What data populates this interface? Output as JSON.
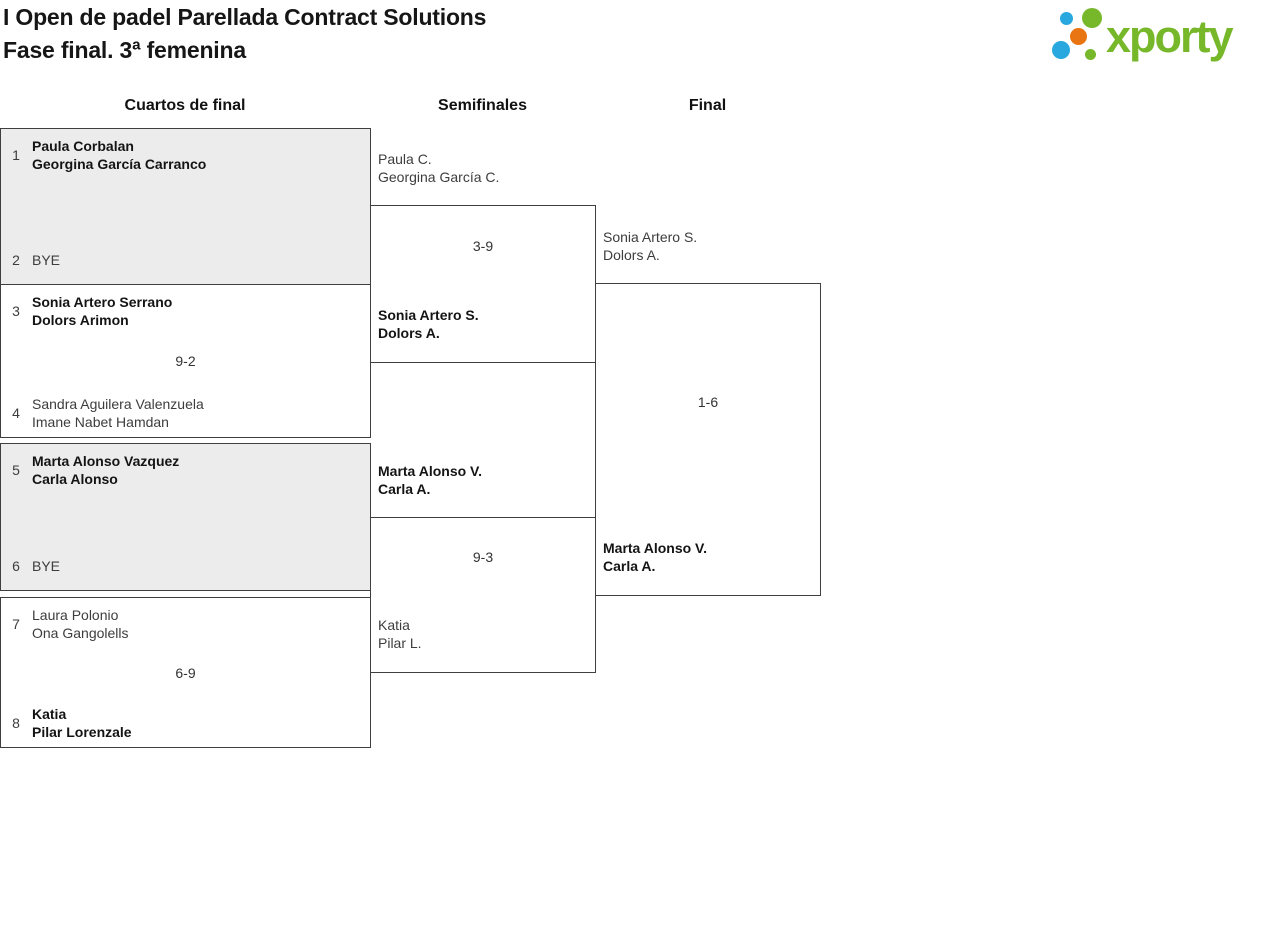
{
  "page": {
    "title_line1": "I Open de padel Parellada Contract Solutions",
    "title_line2": "Fase final. 3ª femenina"
  },
  "logo": {
    "wordmark": "xporty",
    "colors": {
      "green": "#76b82a",
      "blue": "#29a8e0",
      "orange": "#e87511"
    }
  },
  "rounds": {
    "quarterfinals_label": "Cuartos de final",
    "semifinals_label": "Semifinales",
    "final_label": "Final"
  },
  "quarterfinals": [
    {
      "top": {
        "seed": "1",
        "line1": "Paula Corbalan",
        "line2": "Georgina García Carranco",
        "winner": true
      },
      "score": "",
      "bottom": {
        "seed": "2",
        "line1": "BYE",
        "line2": "",
        "winner": false
      }
    },
    {
      "top": {
        "seed": "3",
        "line1": "Sonia Artero Serrano",
        "line2": "Dolors Arimon",
        "winner": true
      },
      "score": "9-2",
      "bottom": {
        "seed": "4",
        "line1": "Sandra Aguilera Valenzuela",
        "line2": "Imane Nabet Hamdan",
        "winner": false
      }
    },
    {
      "top": {
        "seed": "5",
        "line1": "Marta Alonso Vazquez",
        "line2": "Carla Alonso",
        "winner": true
      },
      "score": "",
      "bottom": {
        "seed": "6",
        "line1": "BYE",
        "line2": "",
        "winner": false
      }
    },
    {
      "top": {
        "seed": "7",
        "line1": "Laura Polonio",
        "line2": "Ona Gangolells",
        "winner": false
      },
      "score": "6-9",
      "bottom": {
        "seed": "8",
        "line1": "Katia",
        "line2": "Pilar Lorenzale",
        "winner": true
      }
    }
  ],
  "semifinals": [
    {
      "top": {
        "line1": "Paula C.",
        "line2": "Georgina García C.",
        "winner": false
      },
      "score": "3-9",
      "bottom": {
        "line1": "Sonia Artero S.",
        "line2": "Dolors A.",
        "winner": true
      }
    },
    {
      "top": {
        "line1": "Marta Alonso V.",
        "line2": "Carla A.",
        "winner": true
      },
      "score": "9-3",
      "bottom": {
        "line1": "Katia",
        "line2": "Pilar L.",
        "winner": false
      }
    }
  ],
  "final": {
    "top": {
      "line1": "Sonia Artero S.",
      "line2": "Dolors A.",
      "winner": false
    },
    "score": "1-6",
    "bottom": {
      "line1": "Marta Alonso V.",
      "line2": "Carla A.",
      "winner": true
    }
  }
}
